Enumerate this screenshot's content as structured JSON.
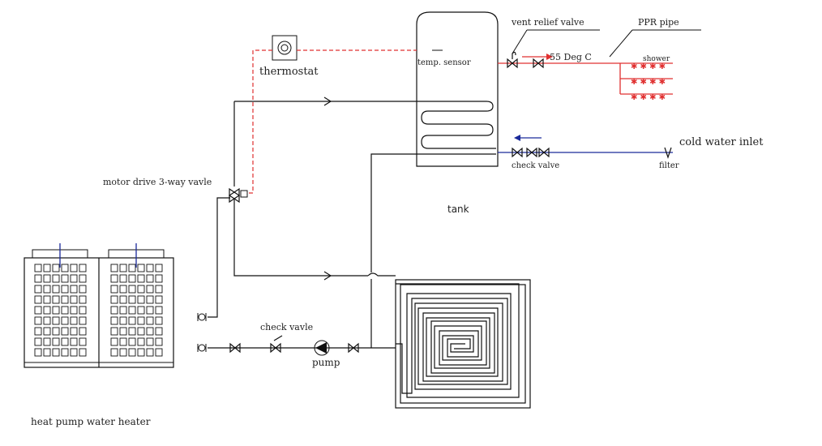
{
  "labels": {
    "vent_relief_valve": "vent relief valve",
    "ppr_pipe": "PPR pipe",
    "thermostat": "thermostat",
    "temp_sensor": "temp. sensor",
    "temp_value": "55 Deg C",
    "shower": "shower",
    "cold_water_inlet": "cold water inlet",
    "check_valve_top": "check valve",
    "filter": "filter",
    "motor_valve": "motor drive 3-way vavle",
    "tank": "tank",
    "check_valve_bottom": "check vavle",
    "pump": "pump",
    "heat_pump": "heat pump water heater"
  },
  "colors": {
    "hot_line": "#e03030",
    "cold_line": "#1a2a9a",
    "pipe_line": "#111111"
  }
}
